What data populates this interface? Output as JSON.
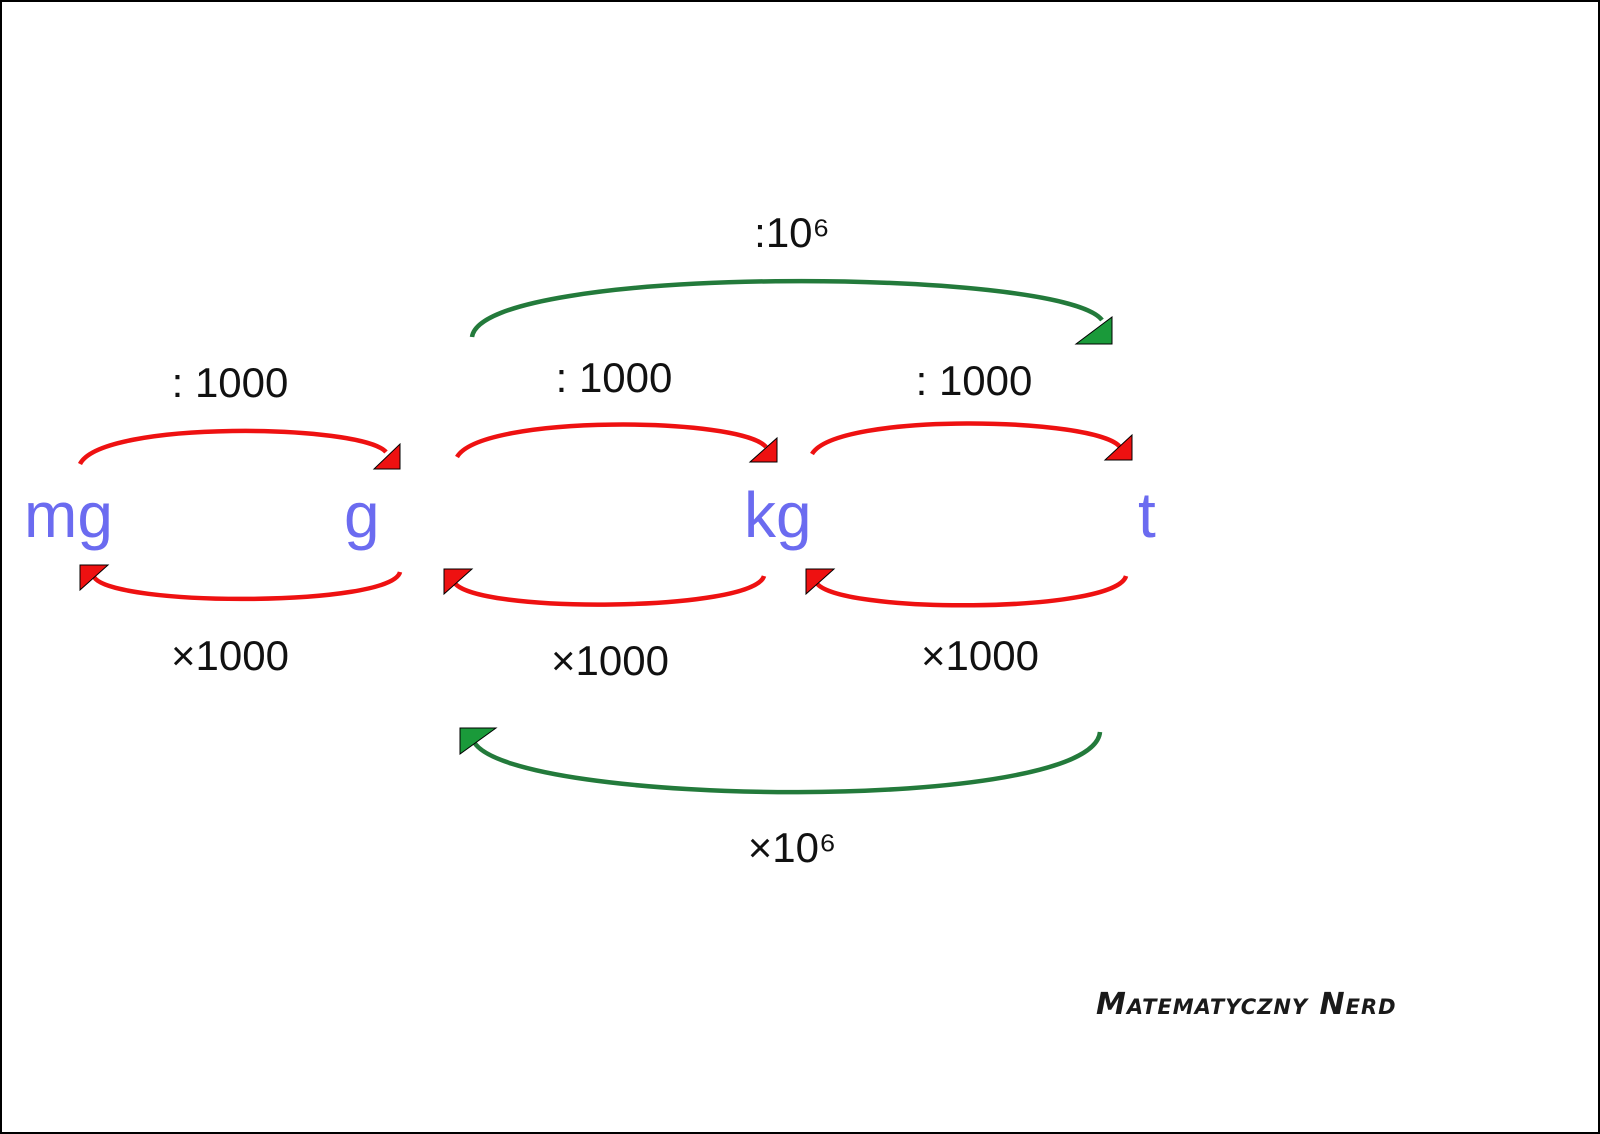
{
  "units": {
    "mg": "mg",
    "g": "g",
    "kg": "kg",
    "t": "t"
  },
  "operations": {
    "divide_1000": ": 1000",
    "multiply_1000": "×1000",
    "divide_10_6": ":10⁶",
    "multiply_10_6": "×10⁶"
  },
  "signature": "Matematyczny Nerd",
  "colors": {
    "unit_text": "#6b6bf0",
    "arrow_red": "#ee1111",
    "arrow_green": "#237a3b"
  }
}
